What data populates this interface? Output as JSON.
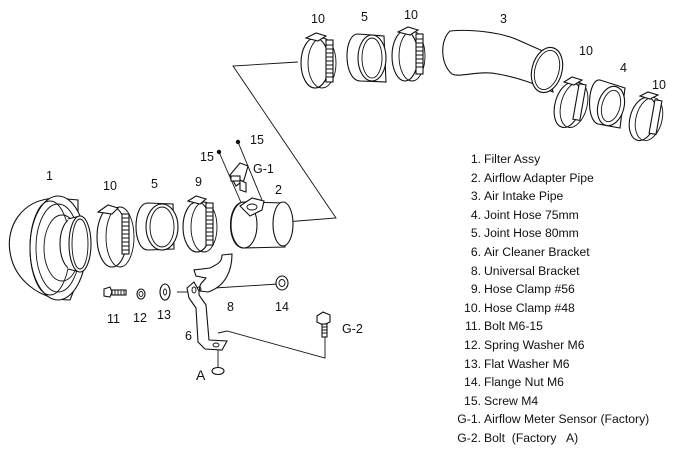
{
  "diagram": {
    "title": "Air intake kit exploded parts diagram",
    "callouts": {
      "filter": "1",
      "adapter_pipe": "2",
      "intake_pipe": "3",
      "joint_hose_75": "4",
      "joint_hose_80_lower": "5",
      "joint_hose_80_upper": "5",
      "bracket_6": "6",
      "bracket_8": "8",
      "clamp_56": "9",
      "clamp_48_lower": "10",
      "clamp_48_top_a": "10",
      "clamp_48_top_b": "10",
      "clamp_48_right_a": "10",
      "clamp_48_right_b": "10",
      "bolt_11": "11",
      "spring_washer_12": "12",
      "flat_washer_13": "13",
      "flange_nut_14": "14",
      "screw_15_a": "15",
      "screw_15_b": "15",
      "sensor_g1": "G-1",
      "bolt_g2": "G-2",
      "point_a": "A"
    }
  },
  "legend": [
    {
      "num": "1.",
      "text": "Filter Assy"
    },
    {
      "num": "2.",
      "text": "Airflow Adapter Pipe"
    },
    {
      "num": "3.",
      "text": "Air Intake Pipe"
    },
    {
      "num": "4.",
      "text": "Joint Hose 75mm"
    },
    {
      "num": "5.",
      "text": "Joint Hose 80mm"
    },
    {
      "num": "6.",
      "text": "Air Cleaner Bracket"
    },
    {
      "num": "8.",
      "text": "Universal Bracket"
    },
    {
      "num": "9.",
      "text": "Hose Clamp #56"
    },
    {
      "num": "10.",
      "text": "Hose Clamp #48"
    },
    {
      "num": "11.",
      "text": "Bolt M6-15"
    },
    {
      "num": "12.",
      "text": "Spring Washer M6"
    },
    {
      "num": "13.",
      "text": "Flat Washer M6"
    },
    {
      "num": "14.",
      "text": "Flange Nut M6"
    },
    {
      "num": "15.",
      "text": "Screw M4"
    },
    {
      "num": "G-1.",
      "text": "Airflow Meter Sensor (Factory)"
    },
    {
      "num": "G-2.",
      "text": "Bolt  (Factory   A)"
    }
  ]
}
